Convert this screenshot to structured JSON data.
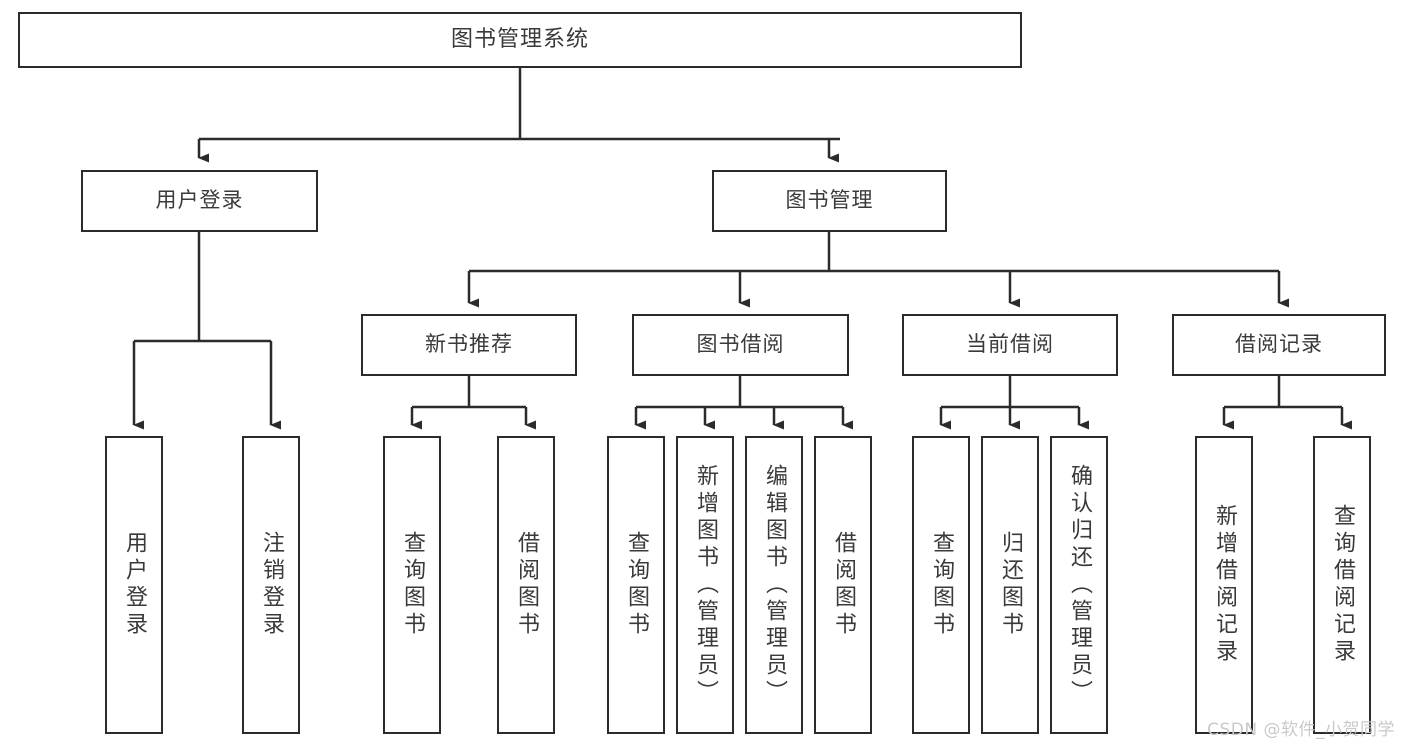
{
  "diagram": {
    "type": "hierarchy-tree",
    "title": "图书管理系统",
    "watermark": "CSDN @软件_小贺同学",
    "colors": {
      "box_border": "#2b2b2b",
      "text": "#3a3a3a",
      "background": "#ffffff",
      "watermark": "#c9c9c9"
    },
    "nodes": {
      "root": {
        "label": "图书管理系统"
      },
      "level2": [
        {
          "label": "用户登录"
        },
        {
          "label": "图书管理"
        }
      ],
      "level3": [
        {
          "label": "新书推荐"
        },
        {
          "label": "图书借阅"
        },
        {
          "label": "当前借阅"
        },
        {
          "label": "借阅记录"
        }
      ],
      "leaves": {
        "user_login": [
          {
            "label": "用户登录"
          },
          {
            "label": "注销登录"
          }
        ],
        "new_book": [
          {
            "label": "查询图书"
          },
          {
            "label": "借阅图书"
          }
        ],
        "borrow": [
          {
            "label": "查询图书"
          },
          {
            "label": "新增图书（管理员）"
          },
          {
            "label": "编辑图书（管理员）"
          },
          {
            "label": "借阅图书"
          }
        ],
        "current": [
          {
            "label": "查询图书"
          },
          {
            "label": "归还图书"
          },
          {
            "label": "确认归还（管理员）"
          }
        ],
        "records": [
          {
            "label": "新增借阅记录"
          },
          {
            "label": "查询借阅记录"
          }
        ]
      }
    }
  }
}
